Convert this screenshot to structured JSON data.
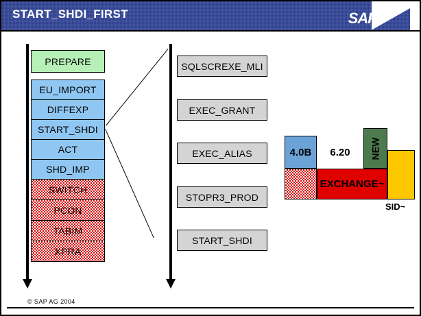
{
  "header": {
    "title": "START_SHDI_FIRST",
    "logo": "SAP",
    "bg_color": "#2c3f8f",
    "text_color": "#ffffff"
  },
  "left_column": {
    "name": "upgrade-phase-flow",
    "phases": [
      {
        "label": "PREPARE",
        "color": "#b6f0b6",
        "style": "green"
      },
      {
        "label": "EU_IMPORT",
        "color": "#8fc7f2",
        "style": "blue"
      },
      {
        "label": "DIFFEXP",
        "color": "#8fc7f2",
        "style": "blue"
      },
      {
        "label": "START_SHDI",
        "color": "#8fc7f2",
        "style": "blue"
      },
      {
        "label": "ACT",
        "color": "#8fc7f2",
        "style": "blue"
      },
      {
        "label": "SHD_IMP",
        "color": "#8fc7f2",
        "style": "blue"
      },
      {
        "label": "SWITCH",
        "color": "#e00000",
        "style": "pinkdither"
      },
      {
        "label": "PCON",
        "color": "#e00000",
        "style": "pinkdither"
      },
      {
        "label": "TABIM",
        "color": "#e00000",
        "style": "pinkdither"
      },
      {
        "label": "XPRA",
        "color": "#e00000",
        "style": "pinkdither"
      }
    ]
  },
  "middle_column": {
    "name": "start-shdi-detail-steps",
    "steps": [
      {
        "label": "SQLSCREXE_MLI",
        "color": "#d4d4d4"
      },
      {
        "label": "EXEC_GRANT",
        "color": "#d4d4d4"
      },
      {
        "label": "EXEC_ALIAS",
        "color": "#d4d4d4"
      },
      {
        "label": "STOPR3_PROD",
        "color": "#d4d4d4"
      },
      {
        "label": "START_SHDI",
        "color": "#d4d4d4"
      }
    ]
  },
  "right_diagram": {
    "name": "system-version-layout",
    "blocks": [
      {
        "label": "4.0B",
        "color": "#6ba3d6",
        "orientation": "horizontal"
      },
      {
        "label": "6.20",
        "color": "#ffffff",
        "orientation": "horizontal"
      },
      {
        "label": "NEW",
        "color": "#4c7a4c",
        "orientation": "vertical"
      },
      {
        "label": "EXCHANGE~",
        "color": "#e00000",
        "orientation": "horizontal"
      },
      {
        "label": "",
        "color": "#e00000",
        "orientation": "horizontal"
      },
      {
        "label": "",
        "color": "#fdc800",
        "orientation": "horizontal"
      }
    ],
    "sid_label": "SID~"
  },
  "footer": {
    "copyright": "©  SAP AG 2004"
  }
}
